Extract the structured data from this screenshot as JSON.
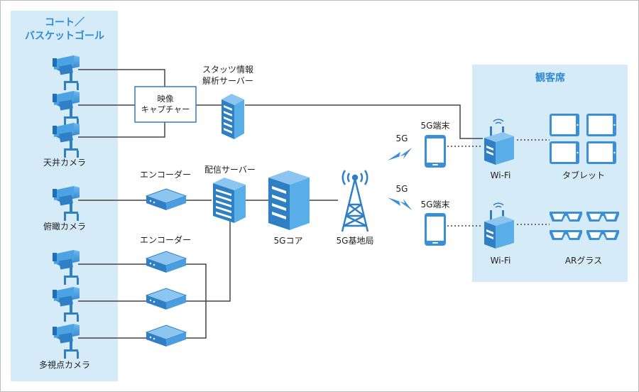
{
  "zones": {
    "court": {
      "title_line1": "コート／",
      "title_line2": "バスケットゴール"
    },
    "audience": {
      "title": "観客席"
    }
  },
  "labels": {
    "ceiling_camera": "天井カメラ",
    "overhead_camera": "俯瞰カメラ",
    "multiview_camera": "多視点カメラ",
    "video_capture_line1": "映像",
    "video_capture_line2": "キャプチャー",
    "stats_server_line1": "スタッツ情報",
    "stats_server_line2": "解析サーバー",
    "encoder_top": "エンコーダー",
    "encoder_bottom": "エンコーダー",
    "delivery_server": "配信サーバー",
    "core_5g": "5Gコア",
    "base_station": "5G基地局",
    "signal_top": "5G",
    "signal_bottom": "5G",
    "terminal_top": "5G端末",
    "terminal_bottom": "5G端末",
    "wifi_top": "Wi-Fi",
    "wifi_bottom": "Wi-Fi",
    "tablet": "タブレット",
    "ar_glass": "ARグラス"
  },
  "colors": {
    "court_bg": "#d6ebf8",
    "audience_bg": "#d6ebf8",
    "device_blue": "#3b8fd6",
    "device_dark": "#1f6fb5",
    "line": "#444444",
    "border": "#bbbbbb",
    "title_blue": "#2f8ad3"
  }
}
